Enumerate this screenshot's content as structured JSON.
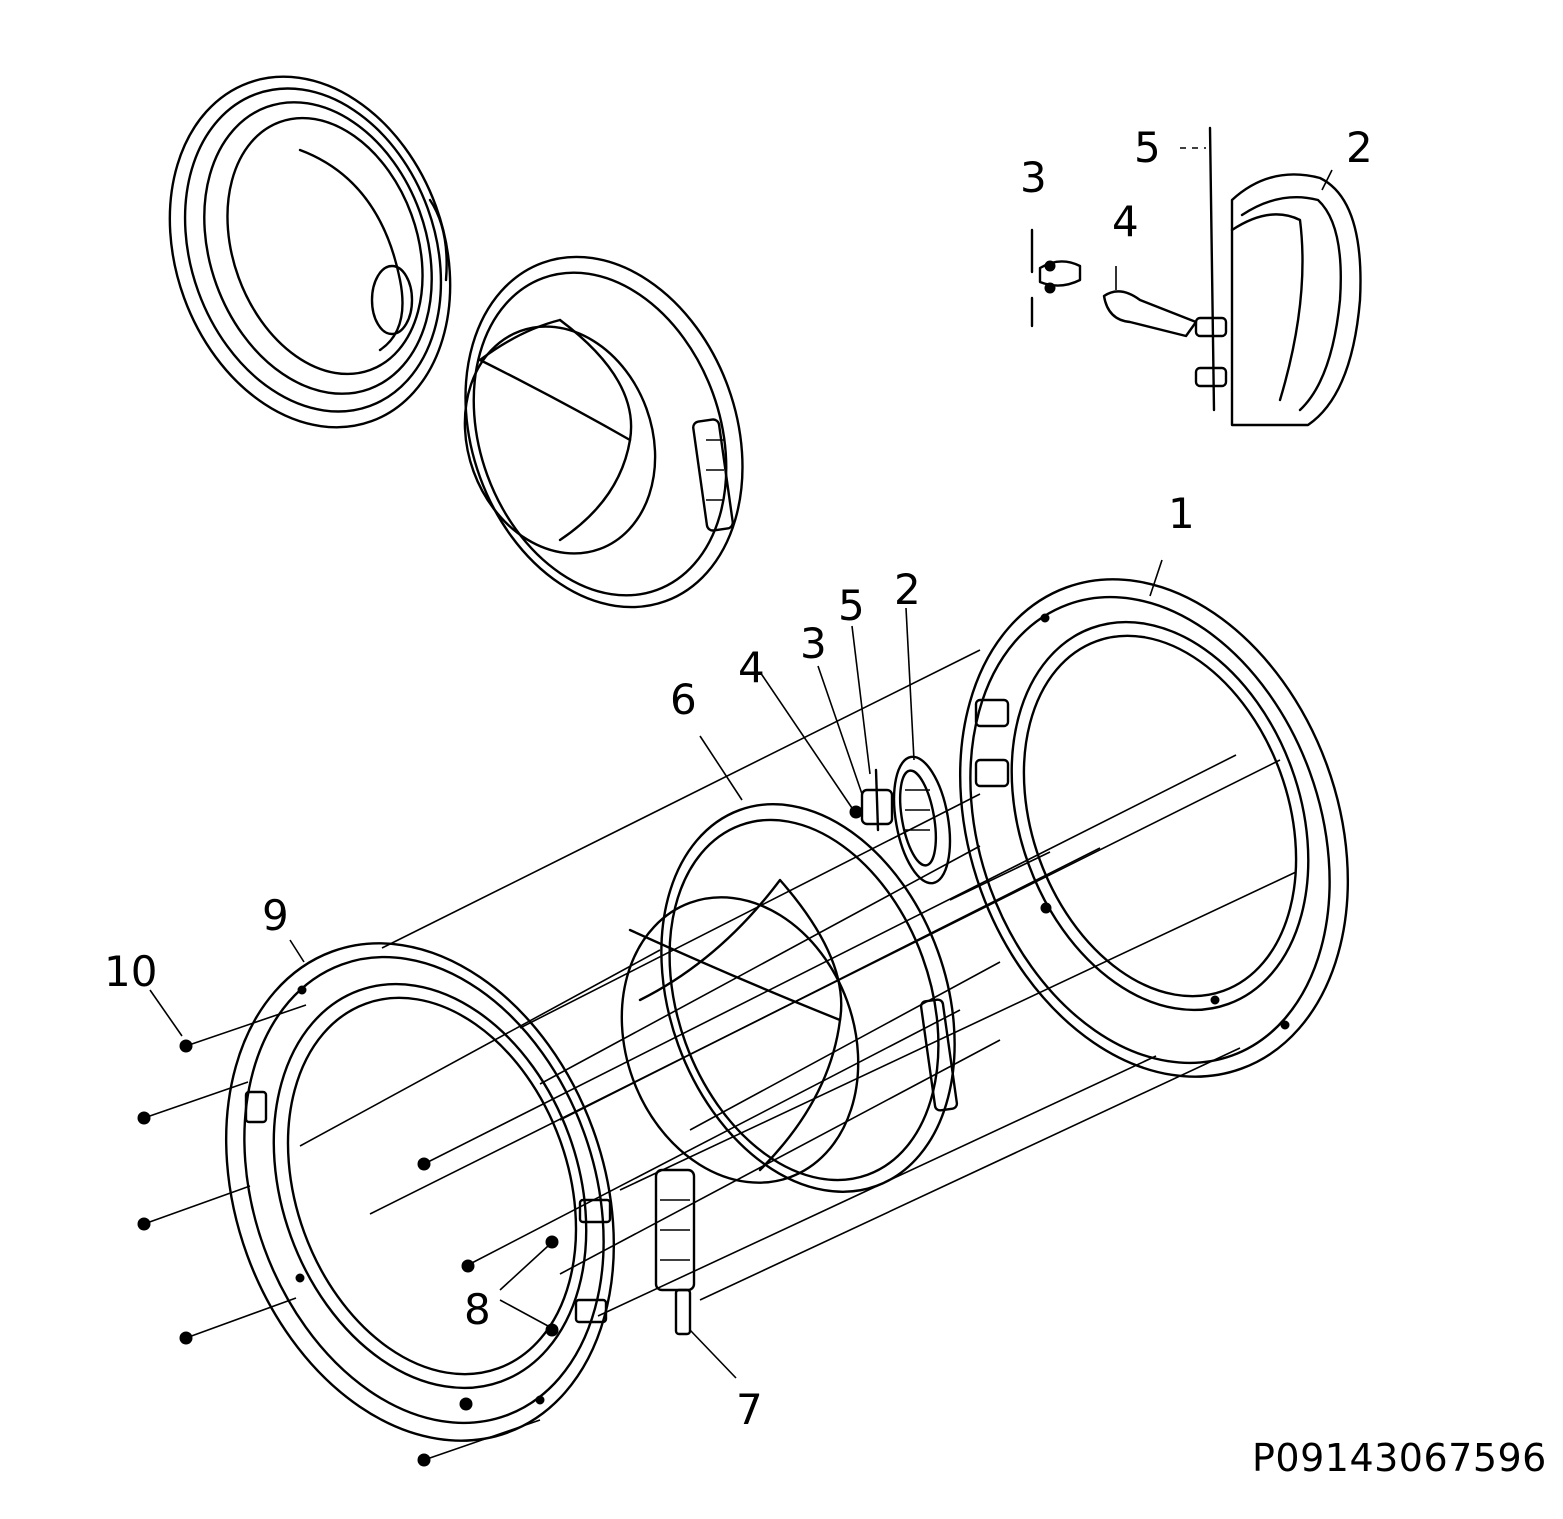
{
  "labels": {
    "top_right_3": "3",
    "top_right_4": "4",
    "top_right_5": "5",
    "top_right_2": "2",
    "main_1": "1",
    "main_2": "2",
    "main_3": "3",
    "main_4": "4",
    "main_5": "5",
    "main_6": "6",
    "main_7": "7",
    "main_8": "8",
    "main_9": "9",
    "main_10": "10"
  },
  "reference_code": "P09143067596"
}
